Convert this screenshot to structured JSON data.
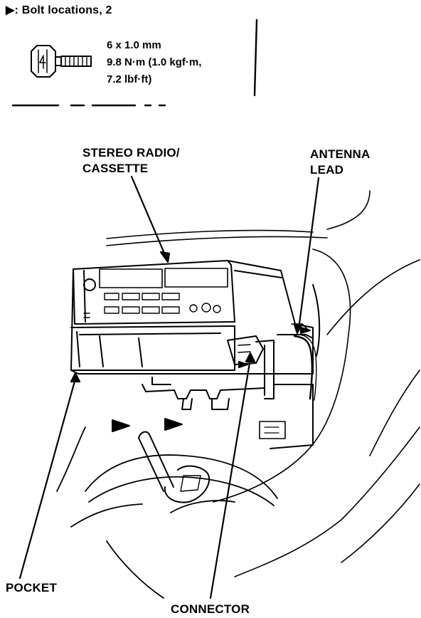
{
  "legend": {
    "marker": "▶",
    "text": ": Bolt locations, 2"
  },
  "bolt_spec": {
    "size": "6 x 1.0 mm",
    "torque_line1": "9.8 N·m (1.0 kgf·m,",
    "torque_line2": "7.2 lbf·ft)"
  },
  "labels": {
    "stereo_line1": "STEREO RADIO/",
    "stereo_line2": "CASSETTE",
    "antenna_line1": "ANTENNA",
    "antenna_line2": "LEAD",
    "pocket": "POCKET",
    "connector": "CONNECTOR"
  }
}
